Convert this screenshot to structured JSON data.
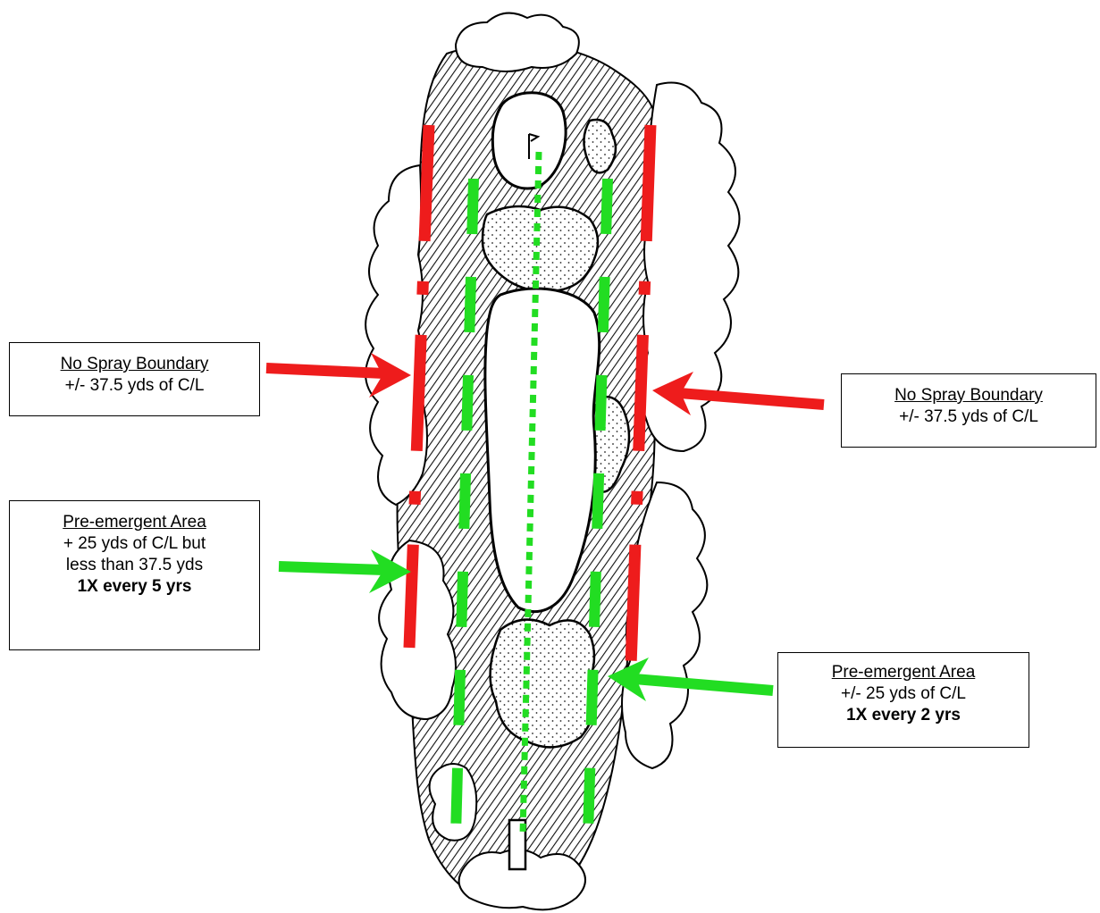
{
  "hole": {
    "features": [
      "green",
      "flagstick",
      "fairway",
      "bunker",
      "trees",
      "rough",
      "tee"
    ]
  },
  "lines": {
    "centerline_color": "#22dd22",
    "preemergent_color": "#22dd22",
    "nospray_color": "#ee1c1c"
  },
  "labels": {
    "nospray_left": {
      "title": "No Spray Boundary",
      "detail": "+/- 37.5 yds of C/L"
    },
    "nospray_right": {
      "title": "No Spray Boundary",
      "detail": "+/- 37.5 yds of C/L"
    },
    "preemergent_left": {
      "title": "Pre-emergent Area",
      "line1": "+ 25 yds of C/L but",
      "line2": "less than 37.5 yds",
      "frequency": "1X every 5 yrs"
    },
    "preemergent_right": {
      "title": "Pre-emergent Area",
      "detail": "+/- 25 yds of C/L",
      "frequency": "1X every 2 yrs"
    }
  }
}
